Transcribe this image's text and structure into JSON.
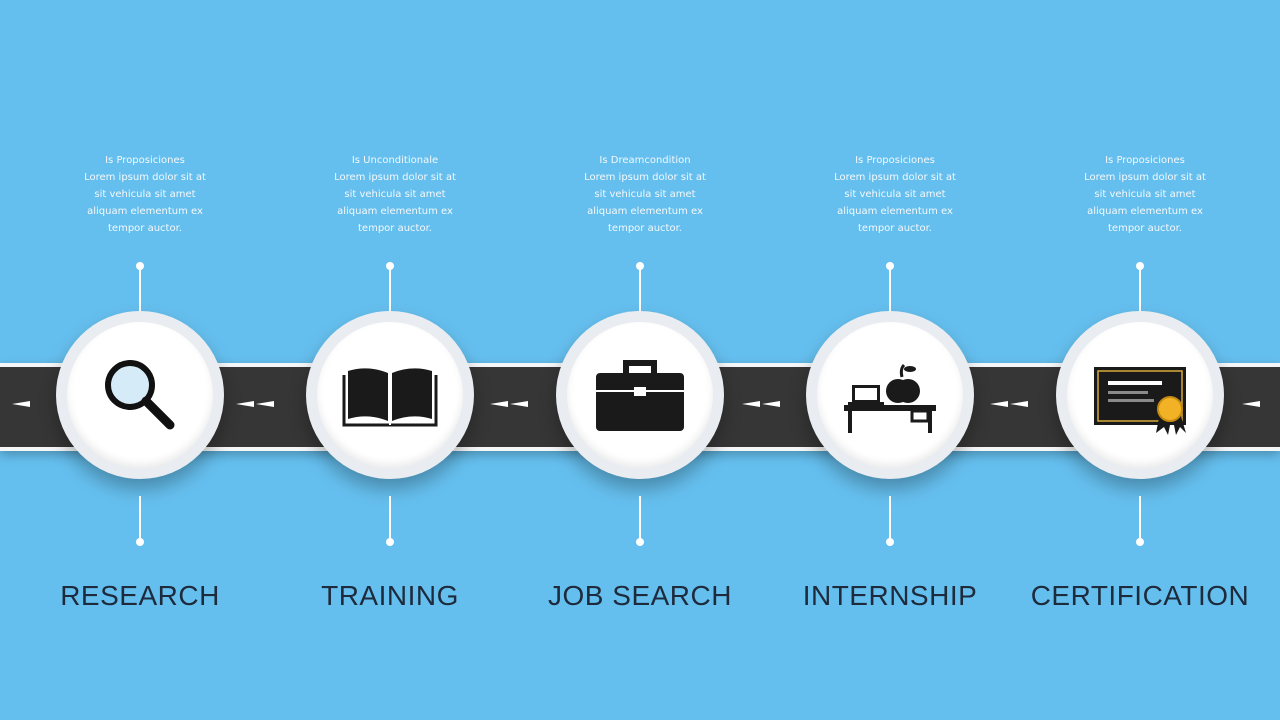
{
  "steps": [
    {
      "title": "RESEARCH",
      "icon": "magnifying-glass-icon",
      "desc": [
        "Is Proposiciones",
        "Lorem ipsum dolor sit at",
        "sit vehicula sit amet",
        "aliquam elementum ex",
        "tempor auctor."
      ]
    },
    {
      "title": "TRAINING",
      "icon": "open-book-icon",
      "desc": [
        "Is Unconditionale",
        "Lorem ipsum dolor sit at",
        "sit vehicula sit amet",
        "aliquam elementum ex",
        "tempor auctor."
      ]
    },
    {
      "title": "JOB SEARCH",
      "icon": "briefcase-icon",
      "desc": [
        "Is Dreamcondition",
        "Lorem ipsum dolor sit at",
        "sit vehicula sit amet",
        "aliquam elementum ex",
        "tempor auctor."
      ]
    },
    {
      "title": "INTERNSHIP",
      "icon": "desk-with-apple-icon",
      "desc": [
        "Is Proposiciones",
        "Lorem ipsum dolor sit at",
        "sit vehicula sit amet",
        "aliquam elementum ex",
        "tempor auctor."
      ]
    },
    {
      "title": "CERTIFICATION",
      "icon": "certificate-icon",
      "desc": [
        "Is Proposiciones",
        "Lorem ipsum dolor sit at",
        "sit vehicula sit amet",
        "aliquam elementum ex",
        "tempor auctor."
      ]
    }
  ],
  "colors": {
    "background": "#65bfee",
    "road": "#363636",
    "label": "#1d2b3c",
    "seal": "#f2b226"
  }
}
